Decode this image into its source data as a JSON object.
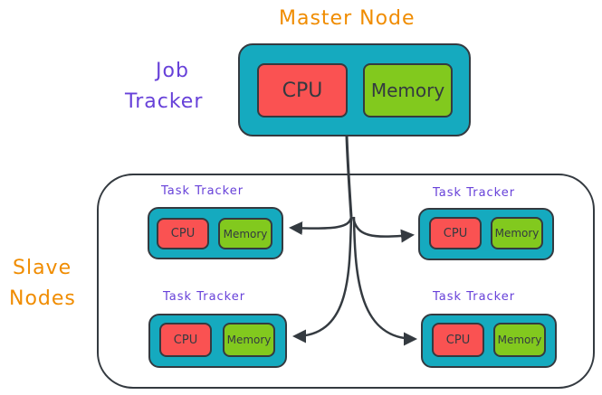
{
  "master": {
    "title": "Master Node",
    "role": [
      "Job",
      "Tracker"
    ],
    "cpu_label": "CPU",
    "memory_label": "Memory"
  },
  "slaves": {
    "title": [
      "Slave",
      "Nodes"
    ],
    "nodes": [
      {
        "role": "Task Tracker",
        "cpu_label": "CPU",
        "memory_label": "Memory"
      },
      {
        "role": "Task Tracker",
        "cpu_label": "CPU",
        "memory_label": "Memory"
      },
      {
        "role": "Task Tracker",
        "cpu_label": "CPU",
        "memory_label": "Memory"
      },
      {
        "role": "Task Tracker",
        "cpu_label": "CPU",
        "memory_label": "Memory"
      }
    ]
  },
  "colors": {
    "node_fill": "#15aabf",
    "cpu_fill": "#fa5252",
    "memory_fill": "#82c91e",
    "stroke": "#343a40",
    "orange_text": "#f08c00",
    "purple_text": "#6741d9"
  }
}
